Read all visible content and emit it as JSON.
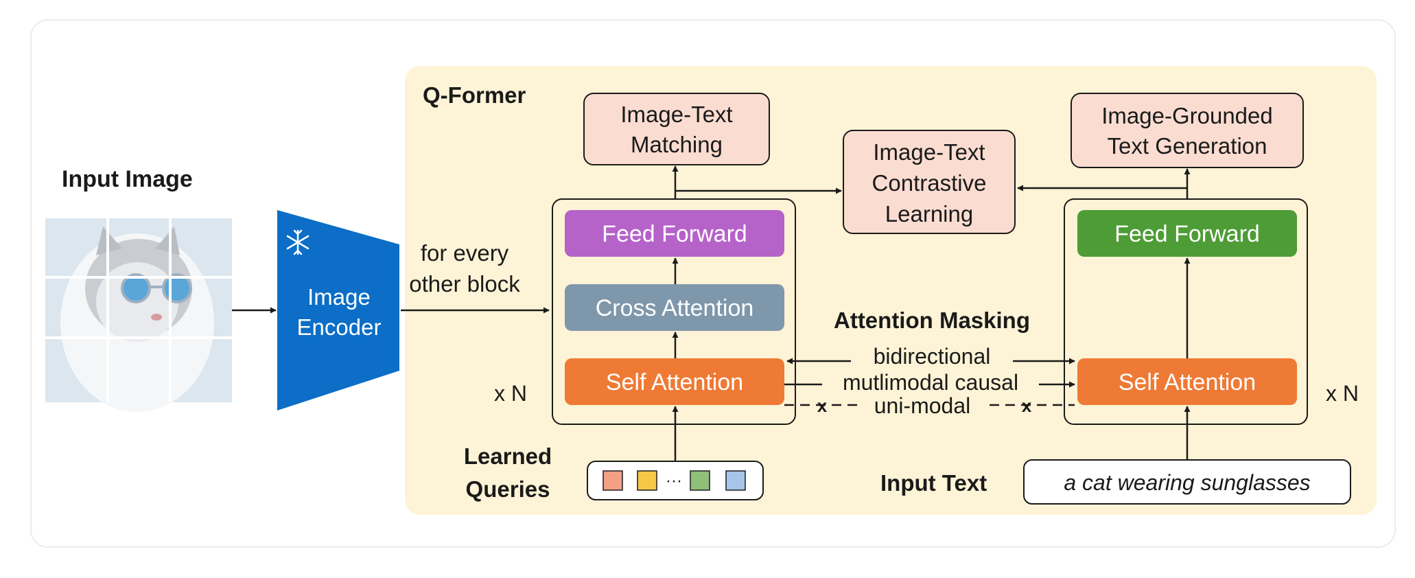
{
  "title": "Q-Former",
  "input_image": {
    "label": "Input Image"
  },
  "image_encoder": {
    "line1": "Image",
    "line2": "Encoder",
    "icon": "snowflake-icon"
  },
  "connector": {
    "line1": "for every",
    "line2": "other block"
  },
  "objectives": {
    "itm": {
      "line1": "Image-Text",
      "line2": "Matching"
    },
    "itc": {
      "line1": "Image-Text",
      "line2": "Contrastive",
      "line3": "Learning"
    },
    "itg": {
      "line1": "Image-Grounded",
      "line2": "Text Generation"
    }
  },
  "query_transformer": {
    "feed_forward": "Feed Forward",
    "cross_attention": "Cross Attention",
    "self_attention": "Self Attention",
    "repeat": "x N"
  },
  "text_transformer": {
    "feed_forward": "Feed Forward",
    "self_attention": "Self Attention",
    "repeat": "x N"
  },
  "attention_masking": {
    "title": "Attention Masking",
    "bidirectional": "bidirectional",
    "multimodal_causal": "mutlimodal causal",
    "unimodal": "uni-modal",
    "blocked_mark": "x"
  },
  "learned_queries": {
    "line1": "Learned",
    "line2": "Queries",
    "ellipsis": "···"
  },
  "input_text": {
    "label": "Input Text",
    "value": "a cat wearing sunglasses"
  },
  "colors": {
    "panel": "#fdf3d6",
    "objective_box": "#fadcd1",
    "feed_forward_query": "#b562c9",
    "cross_attention": "#7f97ab",
    "self_attention": "#ef7a35",
    "feed_forward_text": "#4e9c36",
    "encoder": "#0c6ec6",
    "query_colors": [
      "#f4a084",
      "#f6c845",
      "#8fc07a",
      "#a7c5e8"
    ]
  }
}
